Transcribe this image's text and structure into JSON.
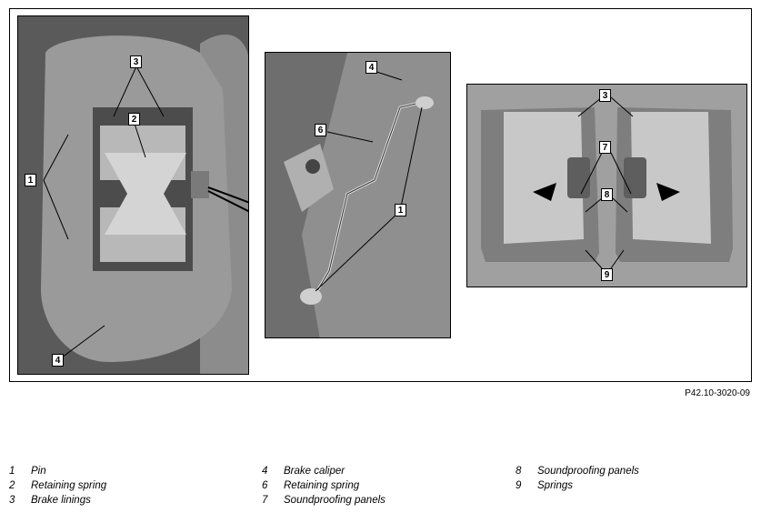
{
  "callouts": {
    "p1": [
      "3",
      "2",
      "1",
      "4"
    ],
    "p2": [
      "4",
      "6",
      "1"
    ],
    "p3": [
      "3",
      "7",
      "8",
      "9"
    ]
  },
  "figure_ref": "P42.10-3020-09",
  "legend": [
    [
      {
        "num": "1",
        "text": "Pin"
      },
      {
        "num": "2",
        "text": "Retaining spring"
      },
      {
        "num": "3",
        "text": "Brake linings"
      }
    ],
    [
      {
        "num": "4",
        "text": "Brake caliper"
      },
      {
        "num": "6",
        "text": "Retaining spring"
      },
      {
        "num": "7",
        "text": "Soundproofing panels"
      }
    ],
    [
      {
        "num": "8",
        "text": "Soundproofing panels"
      },
      {
        "num": "9",
        "text": "Springs"
      }
    ]
  ]
}
